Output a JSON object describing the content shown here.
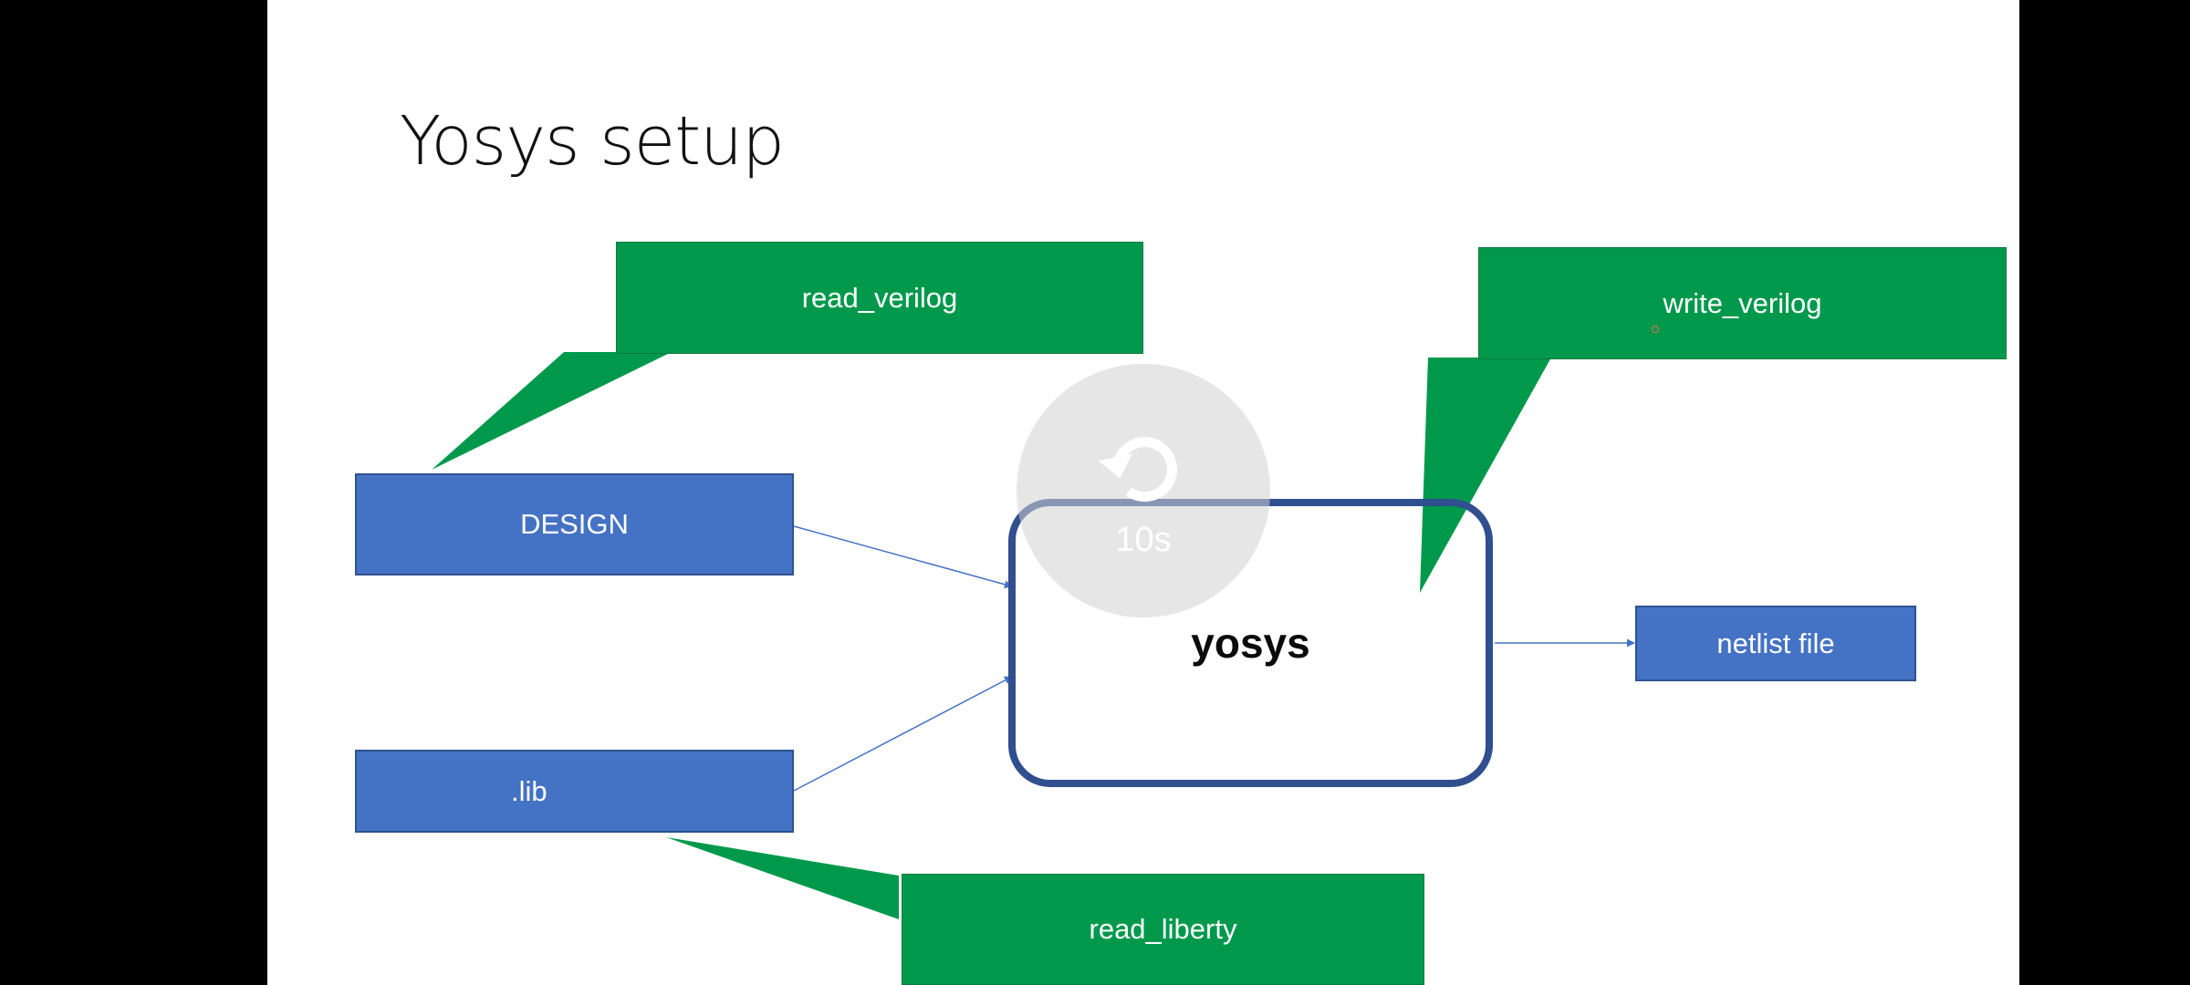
{
  "slide": {
    "title": "Yosys setup"
  },
  "blocks": {
    "design": "DESIGN",
    "lib": ".lib",
    "yosys": "yosys",
    "netlist": "netlist file"
  },
  "callouts": {
    "read_verilog": "read_verilog",
    "read_liberty": "read_liberty",
    "write_verilog": "write_verilog"
  },
  "player": {
    "replay_label": "10s",
    "replay_icon": "replay-icon"
  },
  "colors": {
    "input_block": "#4472c4",
    "callout": "#00994c",
    "yosys_border": "#2f4f8f",
    "connector": "#4472c4",
    "letterbox": "#000000"
  }
}
